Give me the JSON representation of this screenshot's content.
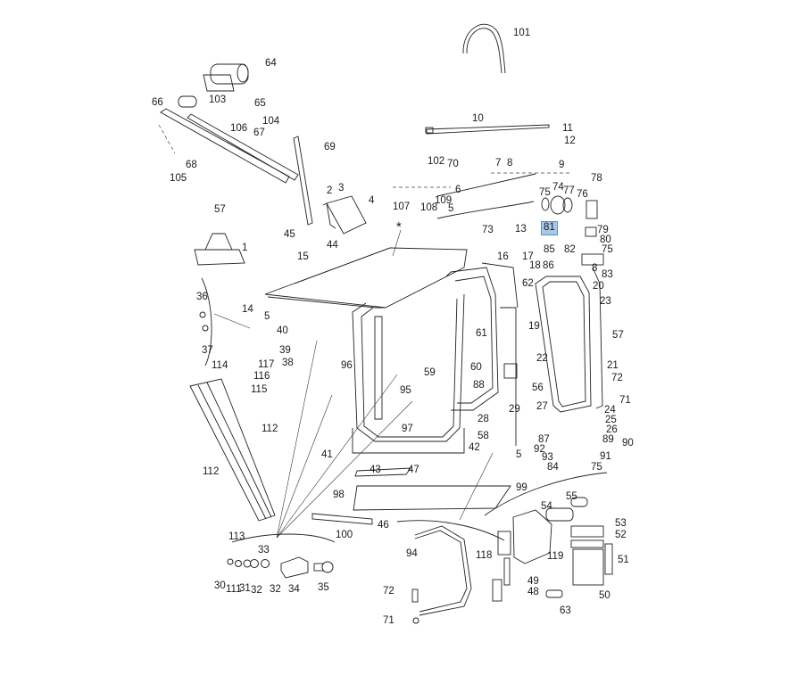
{
  "diagram": {
    "title": "Cab exploded parts diagram",
    "highlight_color": "#a9c8e8",
    "highlighted_part": "81",
    "callouts": [
      {
        "id": "101",
        "text": "101"
      },
      {
        "id": "64",
        "text": "64"
      },
      {
        "id": "65",
        "text": "65"
      },
      {
        "id": "66",
        "text": "66"
      },
      {
        "id": "103",
        "text": "103"
      },
      {
        "id": "104",
        "text": "104"
      },
      {
        "id": "106",
        "text": "106"
      },
      {
        "id": "67",
        "text": "67"
      },
      {
        "id": "68",
        "text": "68"
      },
      {
        "id": "105",
        "text": "105"
      },
      {
        "id": "69",
        "text": "69"
      },
      {
        "id": "10",
        "text": "10"
      },
      {
        "id": "11",
        "text": "11"
      },
      {
        "id": "12",
        "text": "12"
      },
      {
        "id": "102",
        "text": "102"
      },
      {
        "id": "70",
        "text": "70"
      },
      {
        "id": "7",
        "text": "7"
      },
      {
        "id": "8a",
        "text": "8"
      },
      {
        "id": "9",
        "text": "9"
      },
      {
        "id": "107",
        "text": "107"
      },
      {
        "id": "108",
        "text": "108"
      },
      {
        "id": "109",
        "text": "109"
      },
      {
        "id": "6",
        "text": "6"
      },
      {
        "id": "5a",
        "text": "5"
      },
      {
        "id": "75a",
        "text": "75"
      },
      {
        "id": "74",
        "text": "74"
      },
      {
        "id": "77",
        "text": "77"
      },
      {
        "id": "76",
        "text": "76"
      },
      {
        "id": "78",
        "text": "78"
      },
      {
        "id": "2",
        "text": "2"
      },
      {
        "id": "3",
        "text": "3"
      },
      {
        "id": "4",
        "text": "4"
      },
      {
        "id": "57a",
        "text": "57"
      },
      {
        "id": "1",
        "text": "1"
      },
      {
        "id": "45",
        "text": "45"
      },
      {
        "id": "44",
        "text": "44"
      },
      {
        "id": "star",
        "text": "*"
      },
      {
        "id": "73",
        "text": "73"
      },
      {
        "id": "13",
        "text": "13"
      },
      {
        "id": "81",
        "text": "81"
      },
      {
        "id": "79",
        "text": "79"
      },
      {
        "id": "80",
        "text": "80"
      },
      {
        "id": "75b",
        "text": "75"
      },
      {
        "id": "85",
        "text": "85"
      },
      {
        "id": "82",
        "text": "82"
      },
      {
        "id": "8b",
        "text": "8"
      },
      {
        "id": "83",
        "text": "83"
      },
      {
        "id": "16",
        "text": "16"
      },
      {
        "id": "17",
        "text": "17"
      },
      {
        "id": "18",
        "text": "18"
      },
      {
        "id": "86",
        "text": "86"
      },
      {
        "id": "62",
        "text": "62"
      },
      {
        "id": "20",
        "text": "20"
      },
      {
        "id": "15",
        "text": "15"
      },
      {
        "id": "36",
        "text": "36"
      },
      {
        "id": "14",
        "text": "14"
      },
      {
        "id": "5b",
        "text": "5"
      },
      {
        "id": "40",
        "text": "40"
      },
      {
        "id": "23",
        "text": "23"
      },
      {
        "id": "19",
        "text": "19"
      },
      {
        "id": "57b",
        "text": "57"
      },
      {
        "id": "61",
        "text": "61"
      },
      {
        "id": "39",
        "text": "39"
      },
      {
        "id": "37",
        "text": "37"
      },
      {
        "id": "38",
        "text": "38"
      },
      {
        "id": "22",
        "text": "22"
      },
      {
        "id": "21",
        "text": "21"
      },
      {
        "id": "114",
        "text": "114"
      },
      {
        "id": "117",
        "text": "117"
      },
      {
        "id": "116",
        "text": "116"
      },
      {
        "id": "115",
        "text": "115"
      },
      {
        "id": "96",
        "text": "96"
      },
      {
        "id": "60",
        "text": "60"
      },
      {
        "id": "59",
        "text": "59"
      },
      {
        "id": "72a",
        "text": "72"
      },
      {
        "id": "71a",
        "text": "71"
      },
      {
        "id": "95",
        "text": "95"
      },
      {
        "id": "88",
        "text": "88"
      },
      {
        "id": "56",
        "text": "56"
      },
      {
        "id": "27",
        "text": "27"
      },
      {
        "id": "29",
        "text": "29"
      },
      {
        "id": "24",
        "text": "24"
      },
      {
        "id": "28",
        "text": "28"
      },
      {
        "id": "25",
        "text": "25"
      },
      {
        "id": "97",
        "text": "97"
      },
      {
        "id": "112a",
        "text": "112"
      },
      {
        "id": "87",
        "text": "87"
      },
      {
        "id": "26",
        "text": "26"
      },
      {
        "id": "89",
        "text": "89"
      },
      {
        "id": "90",
        "text": "90"
      },
      {
        "id": "58",
        "text": "58"
      },
      {
        "id": "92",
        "text": "92"
      },
      {
        "id": "93",
        "text": "93"
      },
      {
        "id": "91",
        "text": "91"
      },
      {
        "id": "41",
        "text": "41"
      },
      {
        "id": "42",
        "text": "42"
      },
      {
        "id": "5c",
        "text": "5"
      },
      {
        "id": "84",
        "text": "84"
      },
      {
        "id": "75c",
        "text": "75"
      },
      {
        "id": "112b",
        "text": "112"
      },
      {
        "id": "43",
        "text": "43"
      },
      {
        "id": "47",
        "text": "47"
      },
      {
        "id": "98",
        "text": "98"
      },
      {
        "id": "99",
        "text": "99"
      },
      {
        "id": "55",
        "text": "55"
      },
      {
        "id": "54",
        "text": "54"
      },
      {
        "id": "53",
        "text": "53"
      },
      {
        "id": "46",
        "text": "46"
      },
      {
        "id": "100",
        "text": "100"
      },
      {
        "id": "113",
        "text": "113"
      },
      {
        "id": "52",
        "text": "52"
      },
      {
        "id": "94",
        "text": "94"
      },
      {
        "id": "118",
        "text": "118"
      },
      {
        "id": "119",
        "text": "119"
      },
      {
        "id": "51",
        "text": "51"
      },
      {
        "id": "33",
        "text": "33"
      },
      {
        "id": "49",
        "text": "49"
      },
      {
        "id": "48",
        "text": "48"
      },
      {
        "id": "50",
        "text": "50"
      },
      {
        "id": "30",
        "text": "30"
      },
      {
        "id": "111",
        "text": "111"
      },
      {
        "id": "31",
        "text": "31"
      },
      {
        "id": "32a",
        "text": "32"
      },
      {
        "id": "32b",
        "text": "32"
      },
      {
        "id": "34",
        "text": "34"
      },
      {
        "id": "35",
        "text": "35"
      },
      {
        "id": "72b",
        "text": "72"
      },
      {
        "id": "63",
        "text": "63"
      },
      {
        "id": "71b",
        "text": "71"
      }
    ]
  }
}
